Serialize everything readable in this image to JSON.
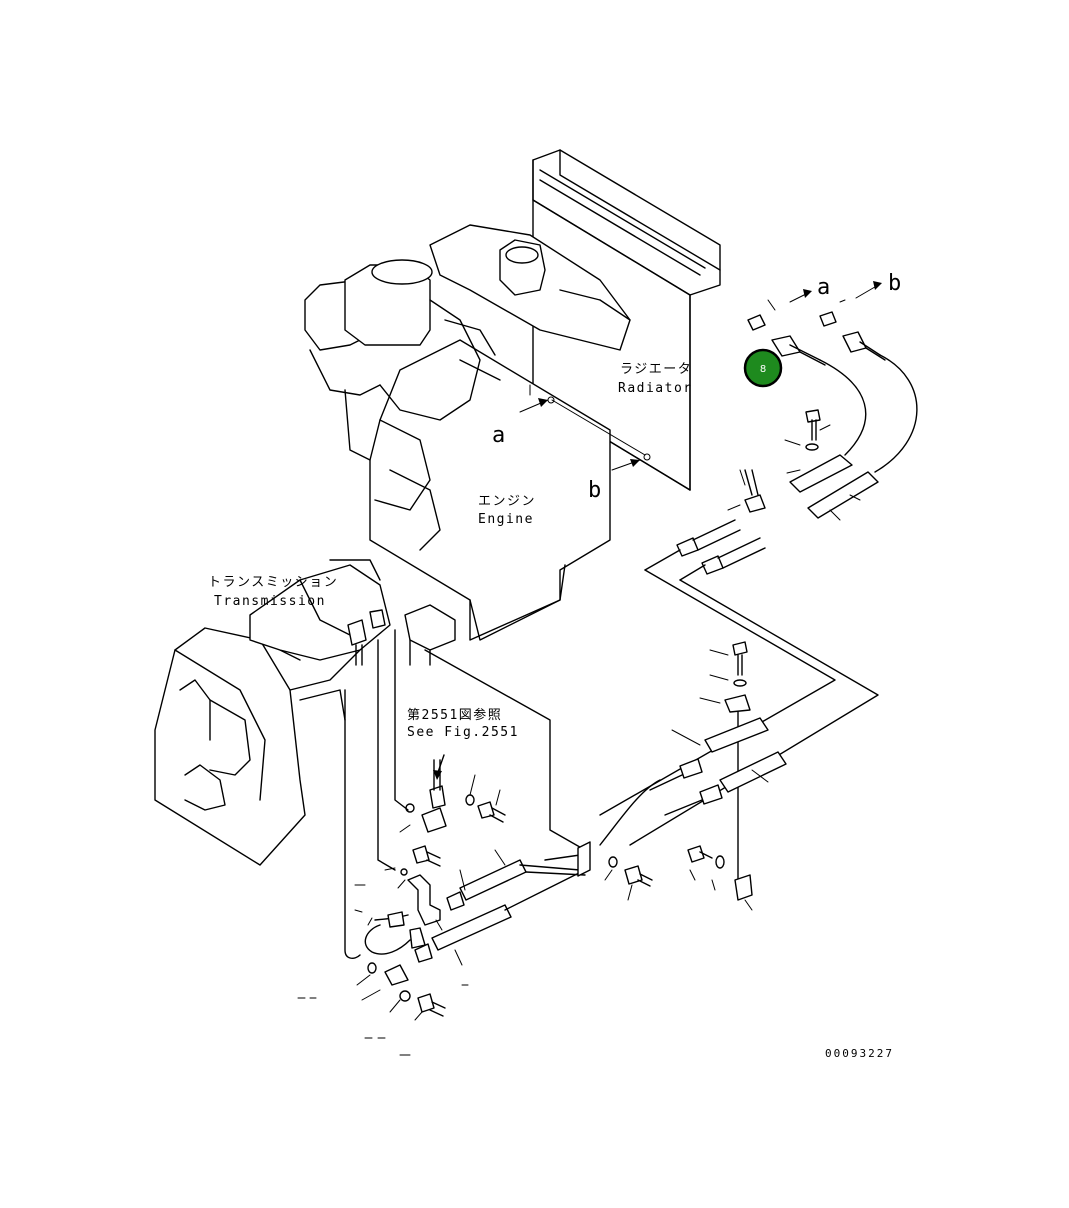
{
  "labels": {
    "radiator_jp": "ラジエータ",
    "radiator_en": "Radiator",
    "engine_jp": "エンジン",
    "engine_en": "Engine",
    "transmission_jp": "トランスミッション",
    "transmission_en": "Transmission",
    "see_fig_jp": "第2551図参照",
    "see_fig_en": "See Fig.2551",
    "marker_a_left": "a",
    "marker_b_left": "b",
    "marker_a_right": "a",
    "marker_b_right": "b",
    "drawing_code": "00093227"
  },
  "callout": {
    "number": "8",
    "color": "#1e8a1e"
  }
}
